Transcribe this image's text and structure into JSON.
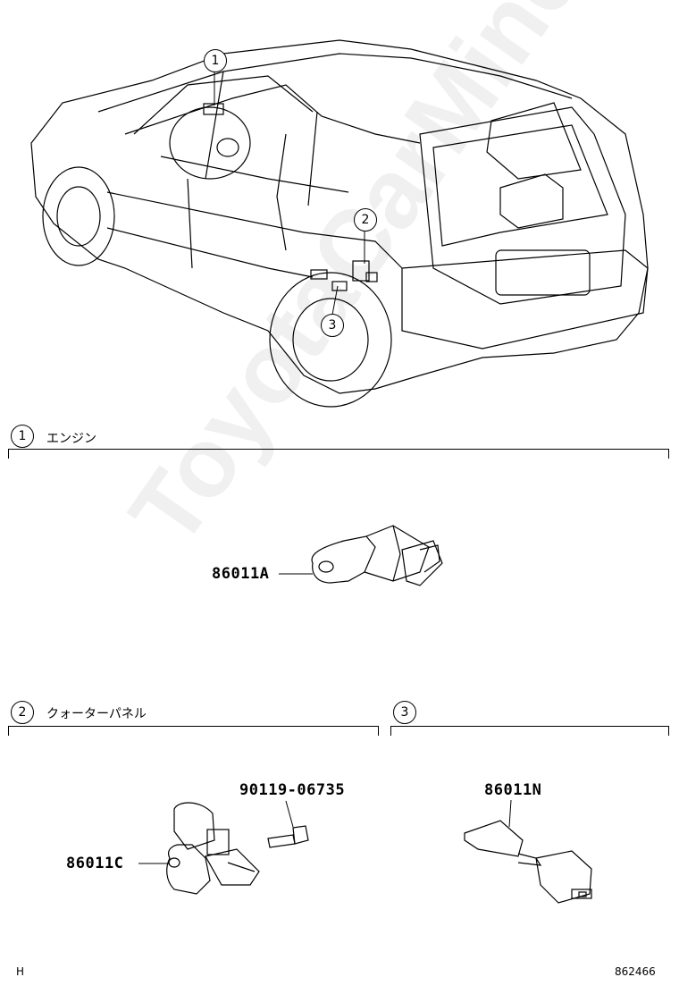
{
  "watermark": "ToyotaCarMine.ru",
  "car_callouts": [
    "1",
    "2",
    "3"
  ],
  "sections": [
    {
      "number": "1",
      "title": "エンジン"
    },
    {
      "number": "2",
      "title": "クォーターパネル"
    },
    {
      "number": "3",
      "title": ""
    }
  ],
  "parts": {
    "p1": "86011A",
    "p2a": "86011C",
    "p2b": "90119-06735",
    "p3": "86011N"
  },
  "footer": {
    "left": "H",
    "right": "862466"
  }
}
